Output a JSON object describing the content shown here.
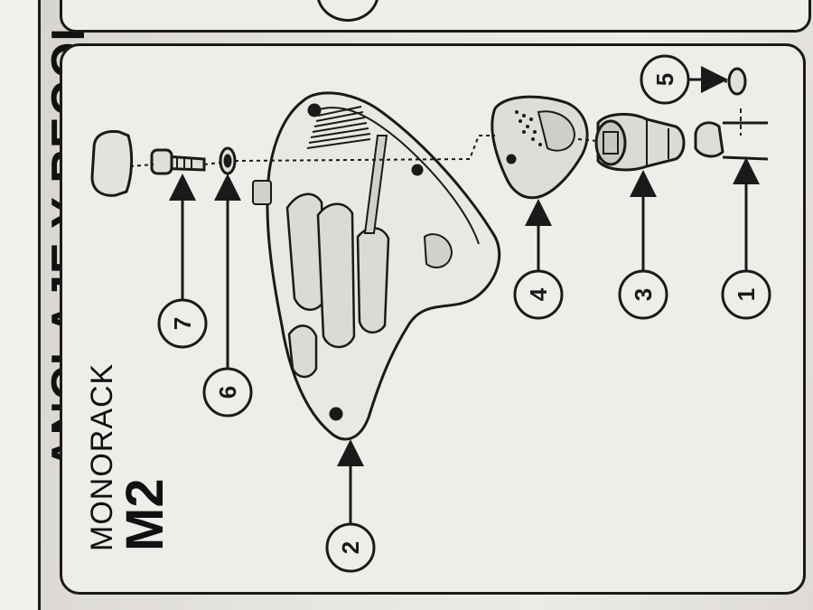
{
  "header": {
    "title": "ANCLAJE Y REGOI"
  },
  "product": {
    "brand": "MONORACK",
    "model": "M2"
  },
  "callouts": [
    {
      "id": "callout-1",
      "number": "1",
      "part": "mounting-arm"
    },
    {
      "id": "callout-2",
      "number": "2",
      "part": "monorack-plate"
    },
    {
      "id": "callout-3",
      "number": "3",
      "part": "lock-cylinder"
    },
    {
      "id": "callout-4",
      "number": "4",
      "part": "lock-housing"
    },
    {
      "id": "callout-5",
      "number": "5",
      "part": "small-nut"
    },
    {
      "id": "callout-6",
      "number": "6",
      "part": "washer"
    },
    {
      "id": "callout-7",
      "number": "7",
      "part": "bolt"
    }
  ],
  "colors": {
    "ink": "#1a1a1a",
    "paper": "#eeede9",
    "shadow": "#c9c6bf"
  }
}
